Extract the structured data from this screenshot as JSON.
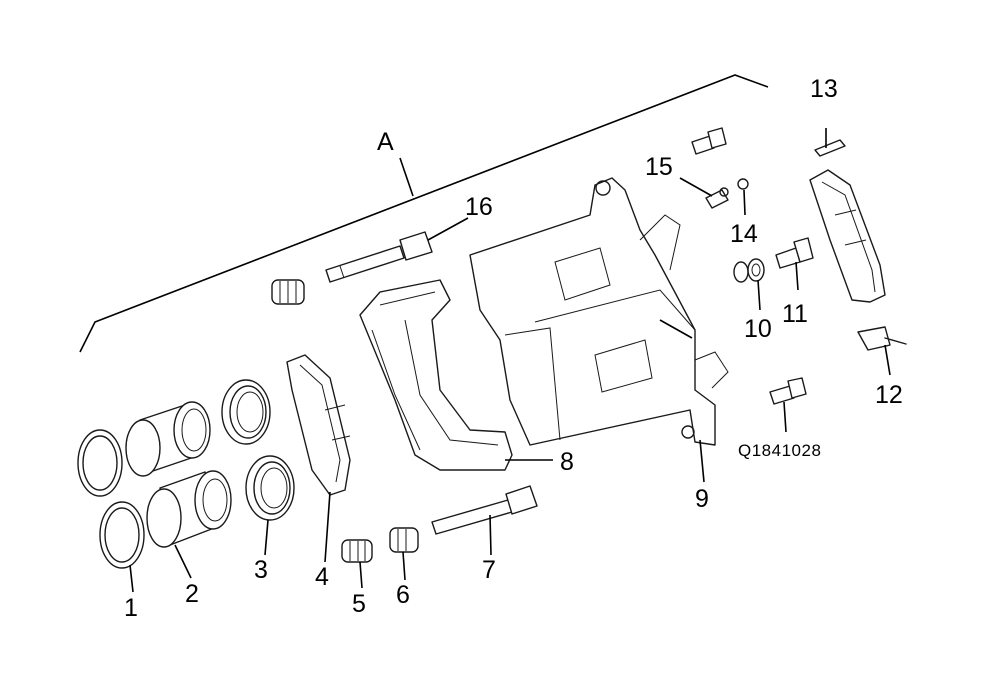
{
  "group_label": "A",
  "drawing_code": "Q1841028",
  "callouts": [
    "1",
    "2",
    "3",
    "4",
    "5",
    "6",
    "7",
    "8",
    "9",
    "10",
    "11",
    "12",
    "13",
    "14",
    "15",
    "16"
  ]
}
